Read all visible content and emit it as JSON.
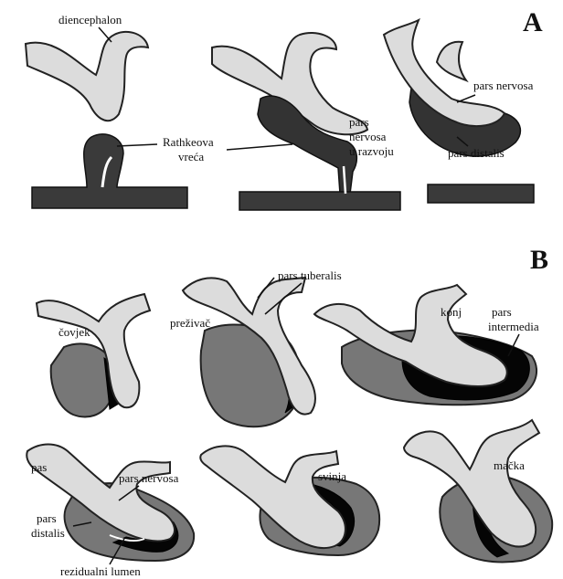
{
  "panels": {
    "a": "A",
    "b": "B"
  },
  "labels": {
    "diencephalon": "diencephalon",
    "rathke_1": "Rathkeova",
    "rathke_2": "vreća",
    "nervosa_dev_1": "pars",
    "nervosa_dev_2": "nervosa",
    "nervosa_dev_3": "u razvoju",
    "pars_nervosa_a": "pars nervosa",
    "pars_distalis_a": "pars distalis",
    "pars_tuberalis": "pars tuberalis",
    "covjek": "čovjek",
    "prezivac": "preživač",
    "konj": "konj",
    "intermedia_1": "pars",
    "intermedia_2": "intermedia",
    "pas": "pas",
    "pars_nervosa_b": "pars nervosa",
    "distalis_b_1": "pars",
    "distalis_b_2": "distalis",
    "svinja": "svinja",
    "macka": "mačka",
    "rezidualni_lumen": "rezidualni lumen"
  }
}
